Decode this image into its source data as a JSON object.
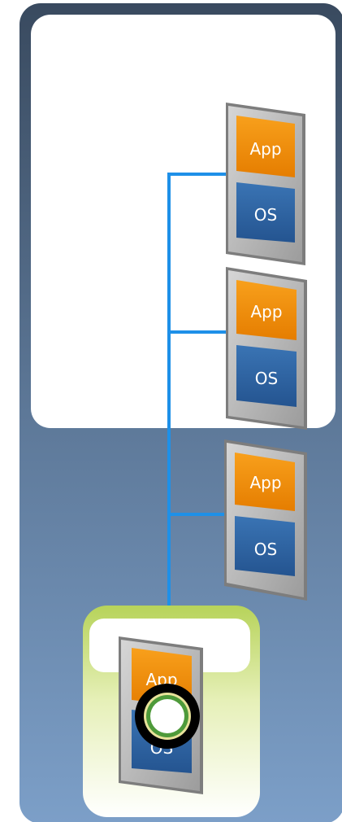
{
  "colors": {
    "frame_top": "#3b4d63",
    "frame_bottom": "#7a9cc4",
    "inner_panel": "#ffffff",
    "connector": "#1e90e8",
    "app_block": "#f28a00",
    "os_block": "#2e64a0",
    "vm_bezel": "#b8b8b8",
    "highlight_green": "#c8e06a",
    "ring_green": "#4e9a3a",
    "ring_outer": "#000000"
  },
  "stacks": [
    {
      "app_label": "App",
      "os_label": "OS"
    },
    {
      "app_label": "App",
      "os_label": "OS"
    },
    {
      "app_label": "App",
      "os_label": "OS"
    }
  ],
  "highlighted_stack": {
    "app_label": "App",
    "os_label": "OS"
  }
}
